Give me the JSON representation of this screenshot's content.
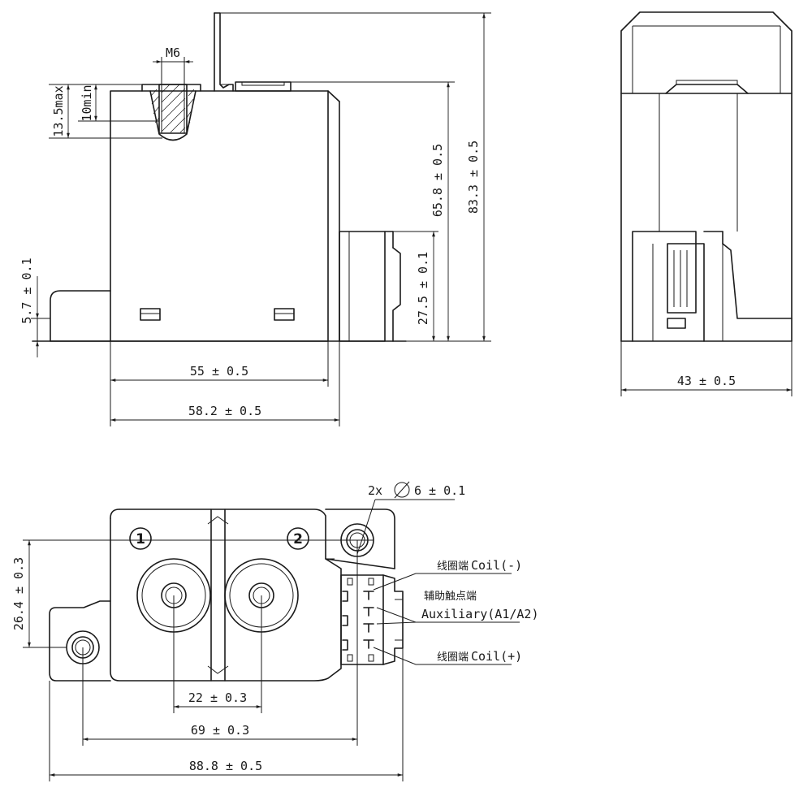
{
  "labels": {
    "thread": "M6",
    "depth_max": "13.5max",
    "depth_min": "10min",
    "height_total": "83.3 ± 0.5",
    "height_terminal": "65.8 ± 0.5",
    "height_connector": "27.5 ± 0.1",
    "height_flange": "5.7 ± 0.1",
    "width_body": "55 ± 0.5",
    "width_overall": "58.2 ± 0.5",
    "depth_side": "43 ± 0.5",
    "hole_spec": "2x",
    "hole_dia": "6 ± 0.1",
    "vertical_holes": "26.4 ± 0.3",
    "terminal_pitch": "22 ± 0.3",
    "mount_pitch": "69 ± 0.3",
    "length_overall": "88.8 ± 0.5",
    "terminal_1": "1",
    "terminal_2": "2",
    "coil_neg_cn": "线圈端",
    "coil_neg_en": "Coil(-)",
    "aux_cn": "辅助触点端",
    "aux_en": "Auxiliary(A1/A2)",
    "coil_pos_cn": "线圈端",
    "coil_pos_en": "Coil(+)"
  }
}
